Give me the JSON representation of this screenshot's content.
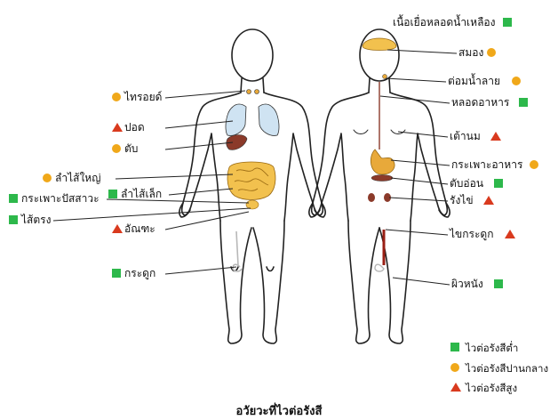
{
  "title": "อวัยวะที่ไวต่อรังสี",
  "colors": {
    "low": "#2db84b",
    "medium": "#f0a81a",
    "high": "#d93a1e",
    "organ_brown": "#8b3a2a",
    "organ_orange": "#e8a93a",
    "organ_blue": "#cfe3f2",
    "outline": "#222222"
  },
  "legend": [
    {
      "marker": "square",
      "level": "low",
      "label": "ไวต่อรังสีต่ำ"
    },
    {
      "marker": "circle",
      "level": "medium",
      "label": "ไวต่อรังสีปานกลาง"
    },
    {
      "marker": "triangle",
      "level": "high",
      "label": "ไวต่อรังสีสูง"
    }
  ],
  "left_labels": [
    {
      "label": "ไทรอยด์",
      "marker": "circle"
    },
    {
      "label": "ปอด",
      "marker": "triangle"
    },
    {
      "label": "ตับ",
      "marker": "circle"
    },
    {
      "label": "ลำไส้ใหญ่",
      "marker": "circle"
    },
    {
      "label": "ลำไส้เล็ก",
      "marker": "square"
    },
    {
      "label": "กระเพาะปัสสาวะ",
      "marker": "square"
    },
    {
      "label": "ไส้ตรง",
      "marker": "square"
    },
    {
      "label": "อัณฑะ",
      "marker": "triangle"
    },
    {
      "label": "กระดูก",
      "marker": "square"
    }
  ],
  "right_labels": [
    {
      "label": "เนื้อเยื่อหลอดน้ำเหลือง",
      "marker": "square"
    },
    {
      "label": "สมอง",
      "marker": "circle"
    },
    {
      "label": "ต่อมน้ำลาย",
      "marker": "circle"
    },
    {
      "label": "หลอดอาหาร",
      "marker": "square"
    },
    {
      "label": "เต้านม",
      "marker": "triangle"
    },
    {
      "label": "กระเพาะอาหาร",
      "marker": "circle"
    },
    {
      "label": "ตับอ่อน",
      "marker": "square"
    },
    {
      "label": "รังไข่",
      "marker": "triangle"
    },
    {
      "label": "ไขกระดูก",
      "marker": "triangle"
    },
    {
      "label": "ผิวหนัง",
      "marker": "square"
    }
  ]
}
